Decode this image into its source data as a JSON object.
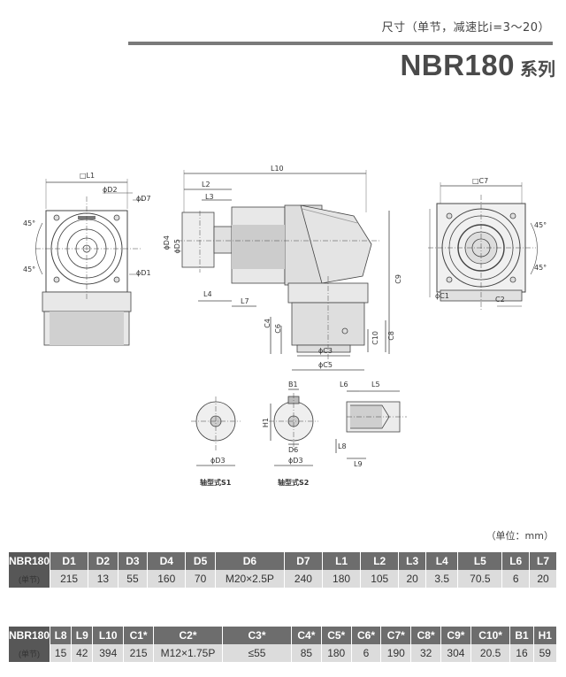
{
  "header": {
    "subtitle": "尺寸（单节，减速比i=3～20）",
    "title_main": "NBR180",
    "title_suffix": "系列"
  },
  "drawing": {
    "labels": {
      "L1": "□L1",
      "D2": "ϕD2",
      "D7": "ϕD7",
      "D1": "ϕD1",
      "angle_tl": "45°",
      "angle_bl": "45°",
      "angle_tr": "45°",
      "angle_br": "45°",
      "L10": "L10",
      "L2": "L2",
      "L3": "L3",
      "D4": "ϕD4",
      "D5": "ϕD5",
      "L4": "L4",
      "L7": "L7",
      "C9": "C9",
      "C4": "C4",
      "C6": "C6",
      "C3": "ϕC3",
      "C5": "ϕC5",
      "C10": "C10",
      "C8": "C8",
      "C7": "□C7",
      "C1": "ϕC1",
      "C2": "C2",
      "B1": "B1",
      "H1": "H1",
      "D3a": "ϕD3",
      "D3b": "ϕD3",
      "D6": "D6",
      "L6": "L6",
      "L5": "L5",
      "L8": "L8",
      "L9": "L9",
      "s1": "轴型式S1",
      "s2": "轴型式S2"
    }
  },
  "unit_note": "（单位：mm）",
  "table1": {
    "model": "NBR180",
    "model_sub": "(单节)",
    "headers": [
      "D1",
      "D2",
      "D3",
      "D4",
      "D5",
      "D6",
      "D7",
      "L1",
      "L2",
      "L3",
      "L4",
      "L5",
      "L6",
      "L7"
    ],
    "values": [
      "215",
      "13",
      "55",
      "160",
      "70",
      "M20×2.5P",
      "240",
      "180",
      "105",
      "20",
      "3.5",
      "70.5",
      "6",
      "20"
    ]
  },
  "table2": {
    "model": "NBR180",
    "model_sub": "(单节)",
    "headers": [
      "L8",
      "L9",
      "L10",
      "C1*",
      "C2*",
      "C3*",
      "C4*",
      "C5*",
      "C6*",
      "C7*",
      "C8*",
      "C9*",
      "C10*",
      "B1",
      "H1"
    ],
    "values": [
      "15",
      "42",
      "394",
      "215",
      "M12×1.75P",
      "≤55",
      "85",
      "180",
      "6",
      "190",
      "32",
      "304",
      "20.5",
      "16",
      "59"
    ]
  }
}
